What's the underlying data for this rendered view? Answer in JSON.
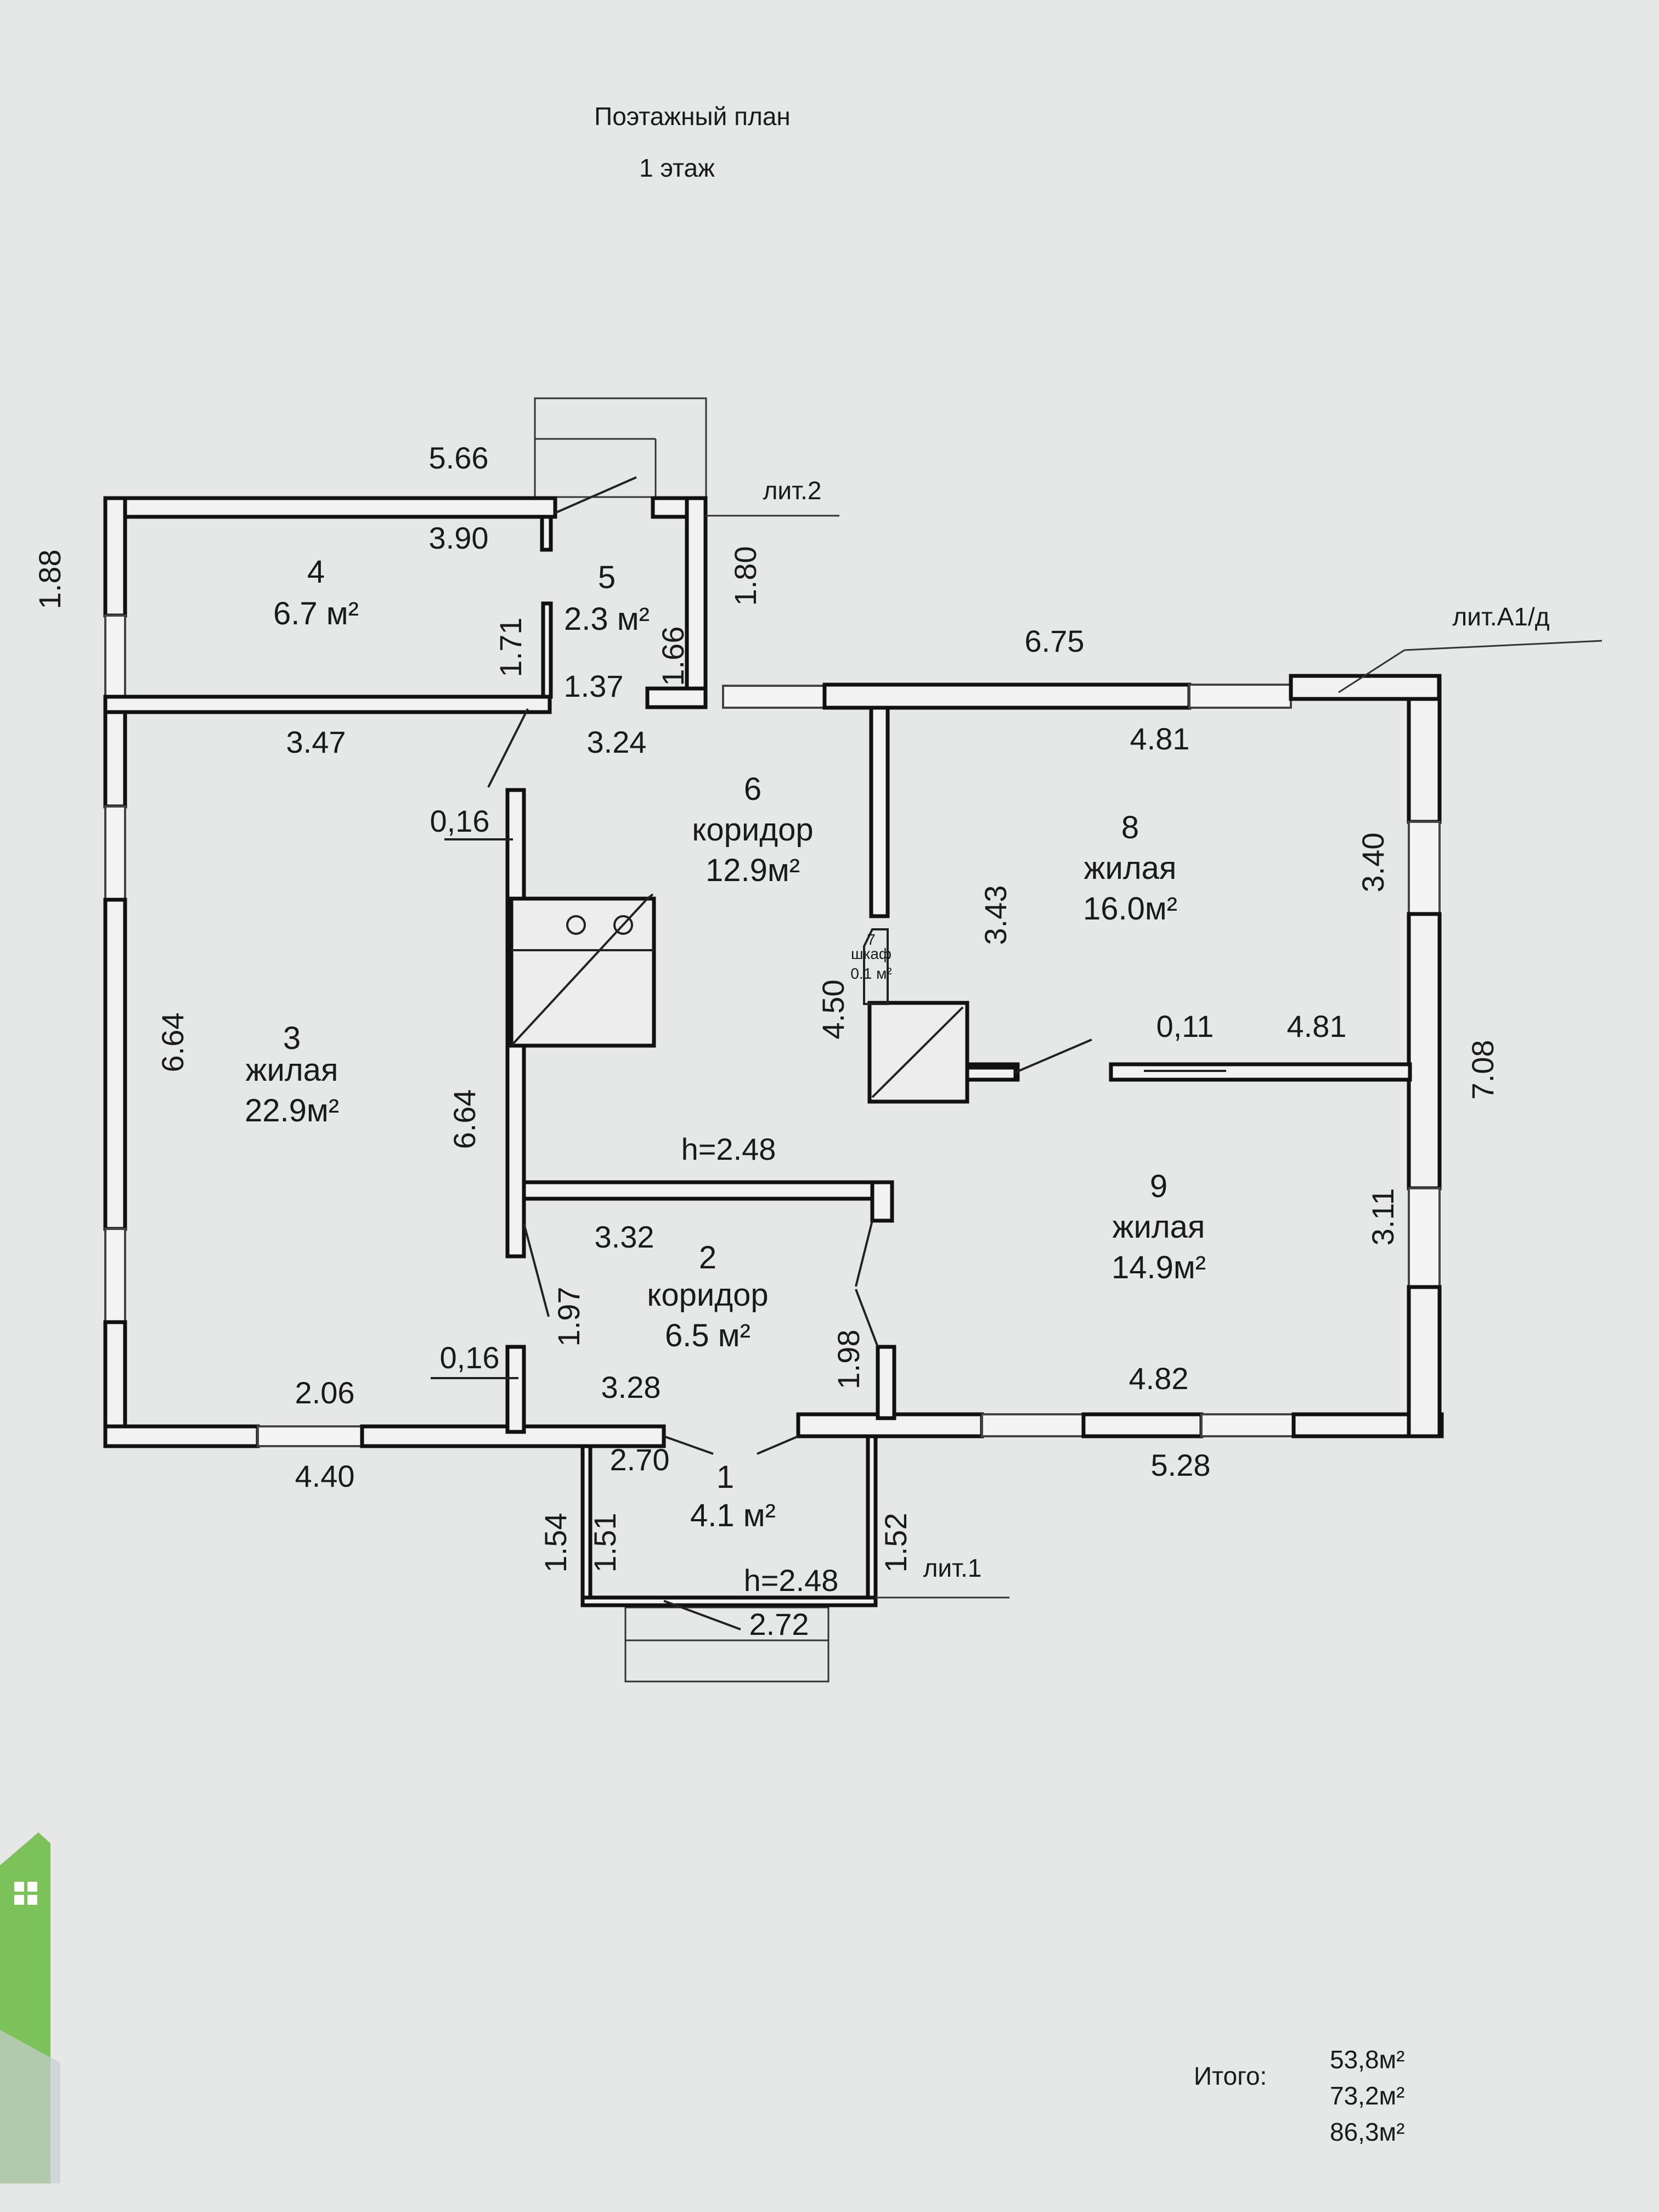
{
  "header": {
    "title": "Поэтажный план",
    "floor": "1 этаж"
  },
  "rooms": [
    {
      "number": "1",
      "type": "",
      "area": "4.1 м²"
    },
    {
      "number": "2",
      "type": "коридор",
      "area": "6.5 м²"
    },
    {
      "number": "3",
      "type": "жилая",
      "area": "22.9м²"
    },
    {
      "number": "4",
      "type": "",
      "area": "6.7 м²"
    },
    {
      "number": "5",
      "type": "",
      "area": "2.3 м²"
    },
    {
      "number": "6",
      "type": "коридор",
      "area": "12.9м²"
    },
    {
      "number": "7",
      "type": "шкаф",
      "area": "0.1 м²"
    },
    {
      "number": "8",
      "type": "жилая",
      "area": "16.0м²"
    },
    {
      "number": "9",
      "type": "жилая",
      "area": "14.9м²"
    }
  ],
  "dimensions": {
    "d566": "5.66",
    "d188": "1.88",
    "d390": "3.90",
    "d171": "1.71",
    "d180": "1.80",
    "d166": "1.66",
    "d137": "1.37",
    "d347": "3.47",
    "d324": "3.24",
    "d675": "6.75",
    "d481a": "4.81",
    "d340": "3.40",
    "d016a": "0,16",
    "d664a": "6.64",
    "d664b": "6.64",
    "d343": "3.43",
    "d450": "4.50",
    "d011": "0,11",
    "d481b": "4.81",
    "d708": "7.08",
    "h1": "h=2.48",
    "d332": "3.32",
    "d311": "3.11",
    "d197": "1.97",
    "d198": "1.98",
    "d016b": "0,16",
    "d206": "2.06",
    "d328": "3.28",
    "d482": "4.82",
    "d440": "4.40",
    "d270": "2.70",
    "d528": "5.28",
    "d154": "1.54",
    "d151": "1.51",
    "d152": "1.52",
    "h2": "h=2.48",
    "d272": "2.72"
  },
  "labels": {
    "lit2": "лит.2",
    "litA1": "лит.А1/д",
    "lit1": "лит.1"
  },
  "totals": {
    "label": "Итого:",
    "values": [
      "53,8м²",
      "73,2м²",
      "86,3м²"
    ]
  }
}
